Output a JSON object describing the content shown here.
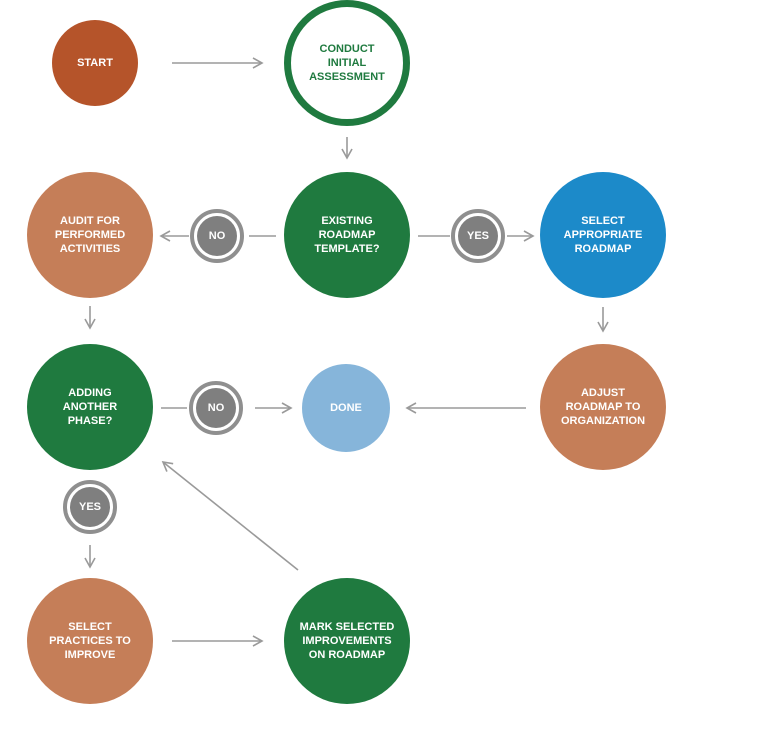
{
  "nodes": {
    "start": "START",
    "conduct_initial_assessment": "CONDUCT INITIAL ASSESSMENT",
    "existing_roadmap_template": "EXISTING ROADMAP TEMPLATE?",
    "audit_for_performed_activities": "AUDIT FOR PERFORMED ACTIVITIES",
    "select_appropriate_roadmap": "SELECT APPROPRIATE ROADMAP",
    "adding_another_phase": "ADDING ANOTHER PHASE?",
    "done": "DONE",
    "adjust_roadmap_to_organization": "ADJUST ROADMAP TO ORGANIZATION",
    "select_practices_to_improve": "SELECT PRACTICES TO IMPROVE",
    "mark_selected_improvements": "MARK SELECTED IMPROVEMENTS ON ROADMAP"
  },
  "decisions": {
    "template_no": "NO",
    "template_yes": "YES",
    "phase_no": "NO",
    "phase_yes": "YES"
  },
  "colors": {
    "terracotta": "#c57e58",
    "rust": "#b5542a",
    "green": "#1f7a3f",
    "blue": "#1c8ac9",
    "light_blue": "#86b5da",
    "badge_gray": "#7f7f7f",
    "arrow_gray": "#9a9a9a"
  }
}
